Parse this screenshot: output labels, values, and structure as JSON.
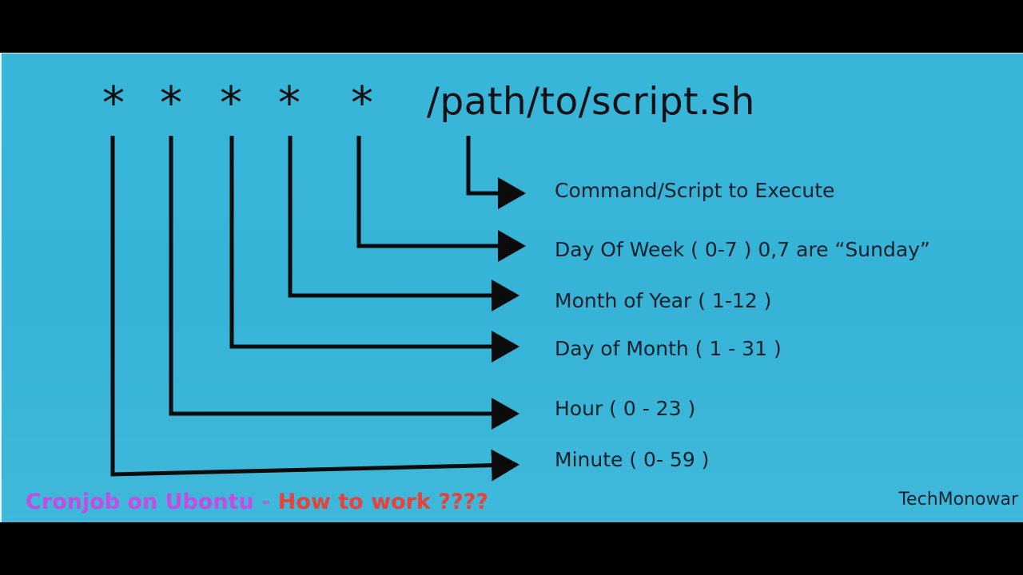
{
  "command": {
    "fields": [
      "*",
      "*",
      "*",
      "*",
      "*"
    ],
    "path": "/path/to/script.sh"
  },
  "labels": [
    "Command/Script to Execute",
    "Day Of Week ( 0-7 )  0,7 are “Sunday”",
    "Month of Year ( 1-12 )",
    "Day of Month  ( 1 - 31 )",
    "Hour ( 0 - 23 )",
    "Minute ( 0-  59 )"
  ],
  "caption": {
    "part1": "Cronjob on Ubontu",
    "separator": " - ",
    "part2": "How to work ????"
  },
  "author": "TechMonowar",
  "colors": {
    "background": "#36b3d7",
    "frame": "#000000",
    "line": "#0b0b0b",
    "caption_purple": "#c54be3",
    "caption_red": "#e8423a"
  }
}
